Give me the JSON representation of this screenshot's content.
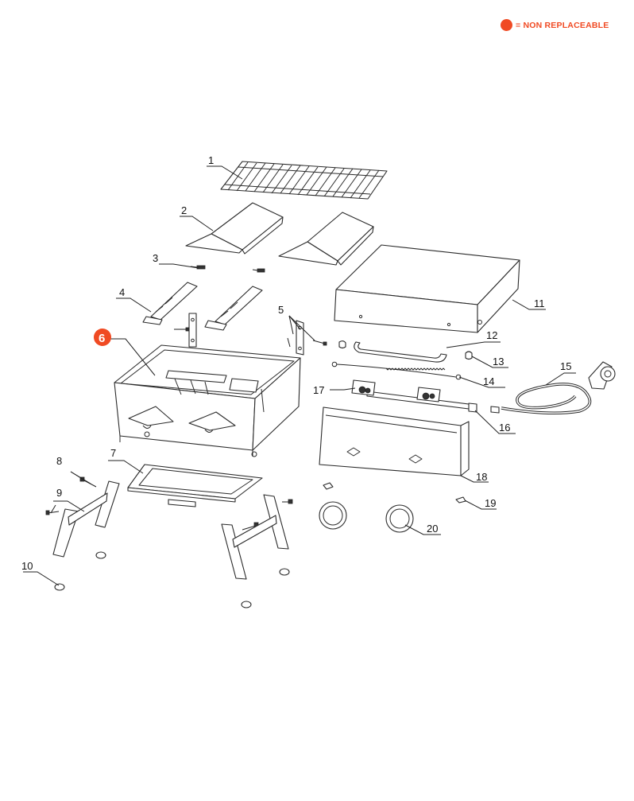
{
  "legend": {
    "text": "= NON REPLACEABLE",
    "color": "#f04a23"
  },
  "highlight_color": "#f04a23",
  "callouts": {
    "c1": "1",
    "c2": "2",
    "c3": "3",
    "c4": "4",
    "c5": "5",
    "c6": "6",
    "c7": "7",
    "c8": "8",
    "c9": "9",
    "c10": "10",
    "c11": "11",
    "c12": "12",
    "c13": "13",
    "c14": "14",
    "c15": "15",
    "c16": "16",
    "c17": "17",
    "c18": "18",
    "c19": "19",
    "c20": "20"
  },
  "non_replaceable_part": "6"
}
